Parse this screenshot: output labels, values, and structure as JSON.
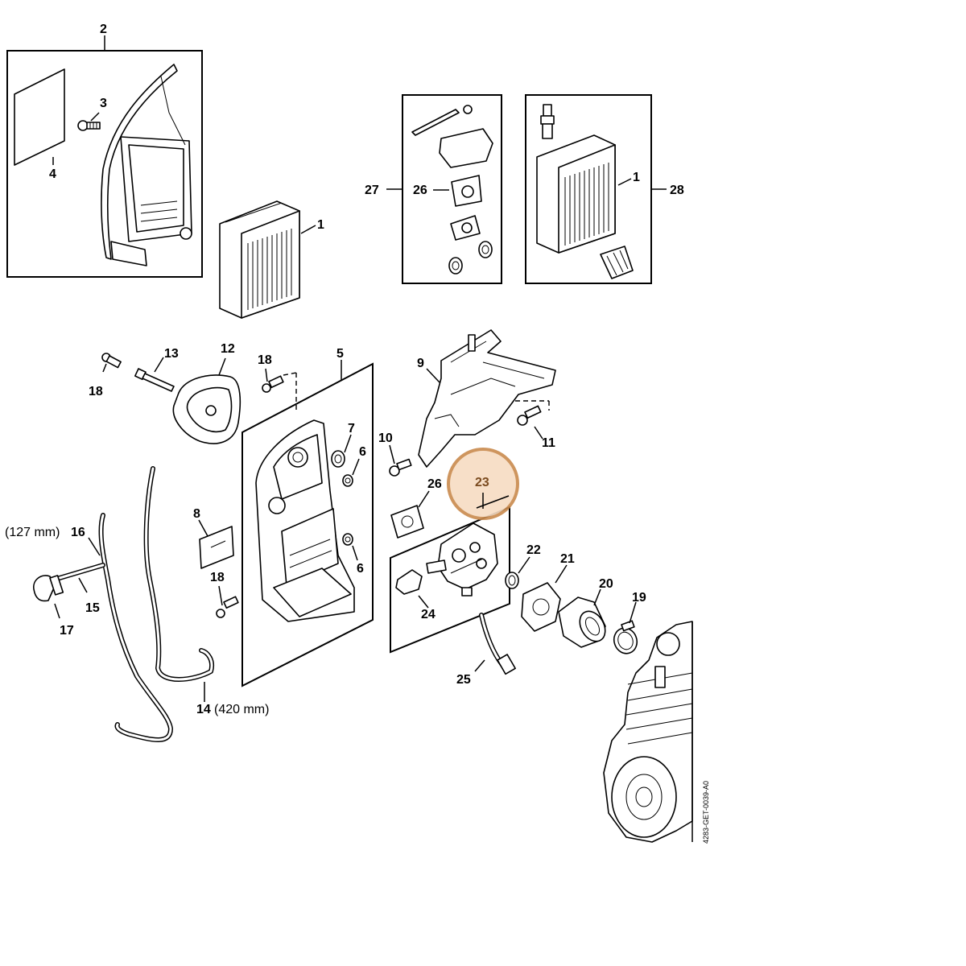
{
  "drawing_code": "4283-GET-0039-A0",
  "highlight": {
    "part": "23",
    "color": "#f7dcc3",
    "border_color": "#c98a4d"
  },
  "labels": {
    "p2": "2",
    "p3": "3",
    "p4": "4",
    "p1a": "1",
    "p27": "27",
    "p26a": "26",
    "p1b": "1",
    "p28": "28",
    "p13": "13",
    "p12": "12",
    "p18a": "18",
    "p18b": "18",
    "p5": "5",
    "p9": "9",
    "p7": "7",
    "p6a": "6",
    "p6b": "6",
    "p10": "10",
    "p11": "11",
    "p26b": "26",
    "p23": "23",
    "p8": "8",
    "p18c": "18",
    "p16": "16",
    "p16_len": "(127 mm)",
    "p15": "15",
    "p17": "17",
    "p14": "14",
    "p14_len": "(420 mm)",
    "p22": "22",
    "p21": "21",
    "p20": "20",
    "p19": "19",
    "p24": "24",
    "p25": "25"
  }
}
